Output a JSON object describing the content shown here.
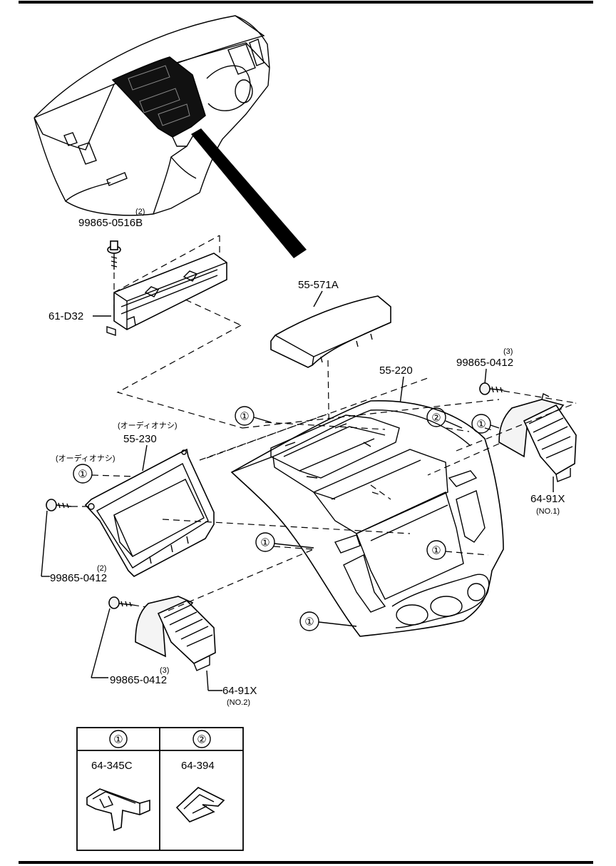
{
  "parts": {
    "bolt_top": {
      "qty": "(2)",
      "number": "99865-0516B"
    },
    "bracket": {
      "number": "61-D32"
    },
    "lid": {
      "number": "55-571A"
    },
    "panel": {
      "number": "55-220"
    },
    "bolt_right": {
      "qty": "(3)",
      "number": "99865-0412"
    },
    "audio_note_1": "(オーディオナシ)",
    "bezel": {
      "number": "55-230"
    },
    "audio_note_2": "(オーディオナシ)",
    "bolt_left": {
      "qty": "(2)",
      "number": "99865-0412"
    },
    "vent_right": {
      "number": "64-91X",
      "note": "(NO.1)"
    },
    "bolt_bottom": {
      "qty": "(3)",
      "number": "99865-0412"
    },
    "vent_left": {
      "number": "64-91X",
      "note": "(NO.2)"
    }
  },
  "callouts": {
    "one": "①",
    "two": "②"
  },
  "legend": {
    "col1": {
      "symbol": "①",
      "part": "64-345C"
    },
    "col2": {
      "symbol": "②",
      "part": "64-394"
    }
  }
}
